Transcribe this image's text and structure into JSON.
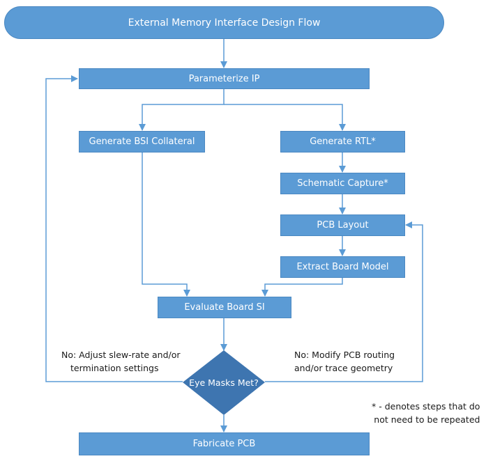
{
  "title": "External Memory Interface Design Flow",
  "steps": {
    "parameterize": "Parameterize IP",
    "bsi_collateral": "Generate BSI Collateral",
    "generate_rtl": "Generate RTL*",
    "schematic_capture": "Schematic Capture*",
    "pcb_layout": "PCB Layout",
    "extract_board_model": "Extract Board Model",
    "evaluate_board_si": "Evaluate Board SI",
    "decision": "Eye Masks Met?",
    "fabricate": "Fabricate PCB"
  },
  "notes": {
    "left_no_line1": "No: Adjust slew-rate and/or",
    "left_no_line2": "termination settings",
    "right_no_line1": "No: Modify PCB routing",
    "right_no_line2": "and/or trace geometry",
    "footnote_line1": "* - denotes steps that do",
    "footnote_line2": "not need to be repeated"
  },
  "colors": {
    "box_fill": "#5b9bd5",
    "decision_fill": "#3e75b0",
    "connector": "#5b9bd5"
  }
}
